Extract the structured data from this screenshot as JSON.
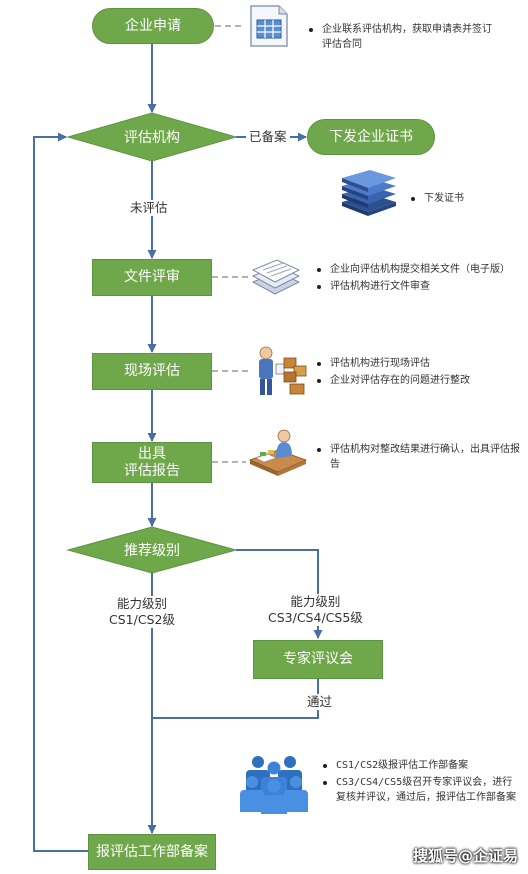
{
  "nodes": {
    "apply": "企业申请",
    "agency": "评估机构",
    "issue_cert": "下发企业证书",
    "doc_review": "文件评审",
    "onsite": "现场评估",
    "report_line1": "出具",
    "report_line2": "评估报告",
    "recommend": "推荐级别",
    "expert_meeting": "专家评议会",
    "filing": "报评估工作部备案"
  },
  "edges": {
    "filed": "已备案",
    "not_assessed": "未评估",
    "level_low_1": "能力级别",
    "level_low_2": "CS1/CS2级",
    "level_high_1": "能力级别",
    "level_high_2": "CS3/CS4/CS5级",
    "passed": "通过"
  },
  "notes": {
    "apply": [
      "企业联系评估机构，获取申请表并签订评估合同"
    ],
    "cert": [
      "下发证书"
    ],
    "doc_review": [
      "企业向评估机构提交相关文件（电子版）",
      "评估机构进行文件审查"
    ],
    "onsite": [
      "评估机构进行现场评估",
      "企业对评估存在的问题进行整改"
    ],
    "report": [
      "评估机构对整改结果进行确认，出具评估报告"
    ],
    "filing": [
      "CS1/CS2级报评估工作部备案",
      "CS3/CS4/CS5级召开专家评议会，进行复核并评议，通过后，报评估工作部备案"
    ]
  },
  "watermark": "搜狐号@企证易",
  "colors": {
    "node_fill": "#6fa84a",
    "arrow": "#4a6fa5",
    "dashed": "#666666"
  }
}
